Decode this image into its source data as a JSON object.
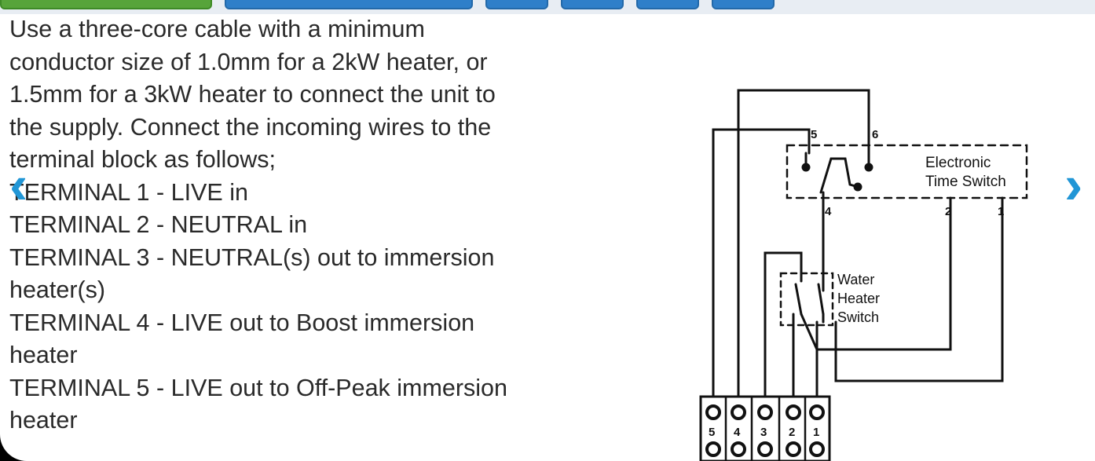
{
  "instructions": {
    "lines": [
      "Use a three-core cable with a minimum",
      "conductor size of 1.0mm for a 2kW heater, or",
      "1.5mm for a 3kW heater to connect the unit to",
      "the supply. Connect the incoming wires to the",
      "terminal block as follows;",
      "TERMINAL 1 - LIVE in",
      "TERMINAL 2 - NEUTRAL in",
      "TERMINAL 3 - NEUTRAL(s) out to immersion",
      "heater(s)",
      "TERMINAL 4 - LIVE out to Boost immersion",
      "heater",
      "TERMINAL 5 - LIVE out to Off-Peak immersion",
      "heater"
    ]
  },
  "diagram": {
    "time_switch_label_1": "Electronic",
    "time_switch_label_2": "Time Switch",
    "water_switch_label_1": "Water",
    "water_switch_label_2": "Heater",
    "water_switch_label_3": "Switch",
    "node_5": "5",
    "node_6_top": "6",
    "node_4": "4",
    "node_2": "2",
    "node_1": "1",
    "terminals": [
      "5",
      "4",
      "3",
      "2",
      "1"
    ]
  },
  "nav": {
    "prev_glyph": "‹",
    "next_glyph": "›"
  },
  "colors": {
    "accent": "#2196d6",
    "toolbar_green": "#57a43a",
    "toolbar_blue": "#2f7fc9"
  }
}
